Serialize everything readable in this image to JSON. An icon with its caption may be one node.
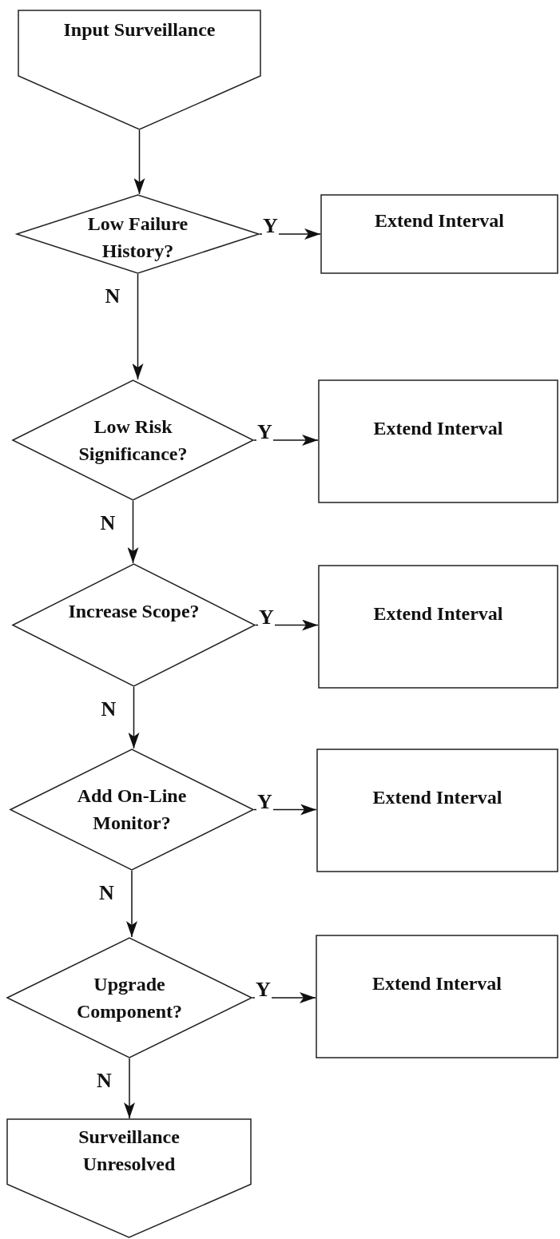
{
  "diagram": {
    "nodes": [
      {
        "text": [
          "Input Surveillance"
        ]
      },
      {
        "text": [
          "Low Failure History?"
        ]
      },
      {
        "text": [
          "Extend Interval"
        ]
      },
      {
        "text": [
          "Low Risk Significance?"
        ]
      },
      {
        "text": [
          "Extend Interval"
        ]
      },
      {
        "text": [
          "Increase Scope?"
        ]
      },
      {
        "text": [
          "Extend Interval"
        ]
      },
      {
        "text": [
          "Add On-Line Monitor?"
        ]
      },
      {
        "text": [
          "Extend Interval"
        ]
      },
      {
        "text": [
          "Upgrade Component?"
        ]
      },
      {
        "text": [
          "Extend Interval"
        ]
      },
      {
        "text": [
          "Surveillance Unresolved"
        ]
      }
    ],
    "edges": [
      {
        "from": 0,
        "to": 1,
        "arrow": "to"
      },
      {
        "from": 1,
        "to": 2,
        "arrow": "to",
        "label": "Y"
      },
      {
        "from": 1,
        "to": 3,
        "arrow": "to",
        "label": "N"
      },
      {
        "from": 3,
        "to": 4,
        "arrow": "to",
        "label": "Y"
      },
      {
        "from": 3,
        "to": 5,
        "arrow": "to",
        "label": "N"
      },
      {
        "from": 5,
        "to": 6,
        "arrow": "to",
        "label": "Y"
      },
      {
        "from": 5,
        "to": 7,
        "arrow": "to",
        "label": "N"
      },
      {
        "from": 7,
        "to": 8,
        "arrow": "to",
        "label": "Y"
      },
      {
        "from": 7,
        "to": 9,
        "arrow": "to",
        "label": "N"
      },
      {
        "from": 9,
        "to": 10,
        "arrow": "to",
        "label": "Y"
      },
      {
        "from": 9,
        "to": 11,
        "arrow": "to",
        "label": "N"
      }
    ]
  }
}
